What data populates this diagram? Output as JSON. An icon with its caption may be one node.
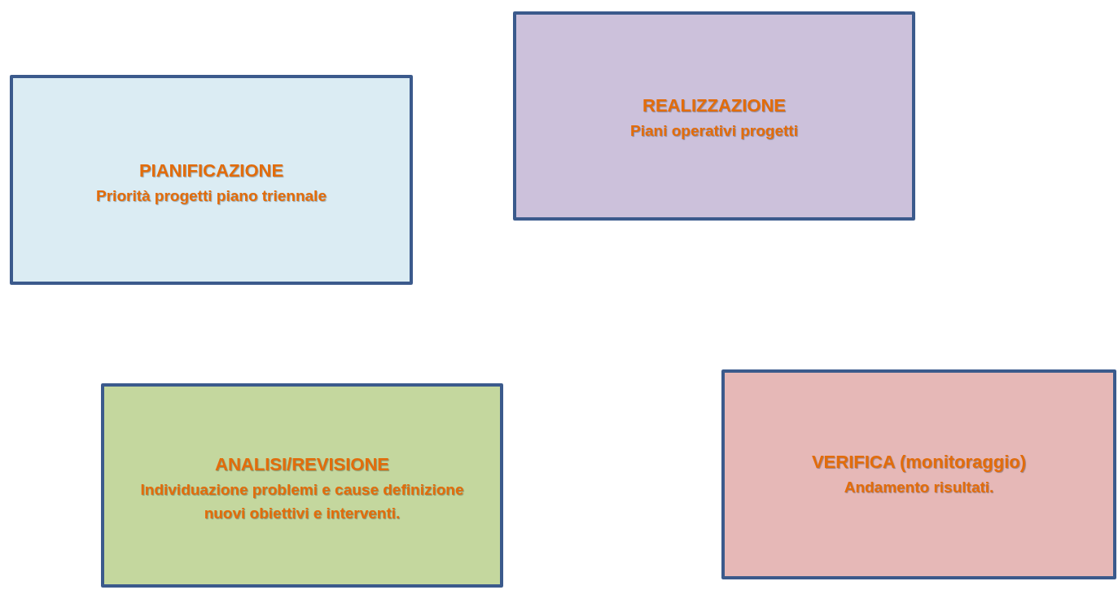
{
  "diagram": {
    "nodes": [
      {
        "text": [
          "PIANIFICAZIONE",
          "Priorità progetti piano triennale"
        ]
      },
      {
        "text": [
          "REALIZZAZIONE",
          "Piani operativi progetti"
        ]
      },
      {
        "text": [
          "ANALISI/REVISIONE",
          "Individuazione problemi e cause definizione nuovi obiettivi e interventi."
        ]
      },
      {
        "text": [
          "VERIFICA (monitoraggio)",
          "Andamento risultati."
        ]
      }
    ]
  }
}
